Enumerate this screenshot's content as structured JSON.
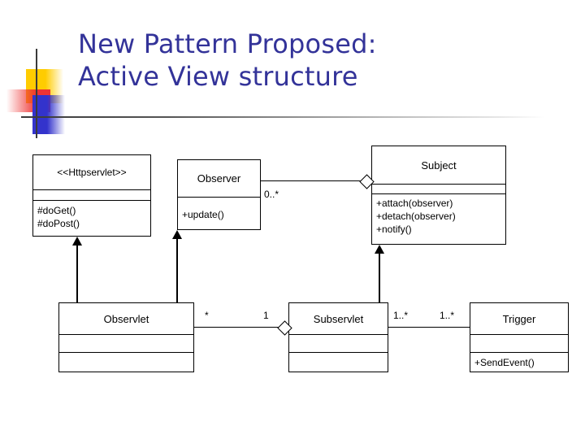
{
  "slide": {
    "title": "New Pattern Proposed:\nActive View structure",
    "title_color": "#333399",
    "background": "#ffffff"
  },
  "logo": {
    "name": "decorative-logo",
    "squares": [
      {
        "name": "yellow-square",
        "color": "#ffcc00"
      },
      {
        "name": "red-square",
        "color": "#ee3333"
      },
      {
        "name": "blue-square",
        "color": "#3333cc"
      }
    ],
    "rule_color": "#3a3a3a"
  },
  "diagram": {
    "type": "uml-class-diagram",
    "classes": [
      {
        "id": "httpservlet",
        "stereotype": "<<Httpservlet>>",
        "name": "",
        "attributes": [],
        "operations": [
          "#doGet()",
          "#doPost()"
        ]
      },
      {
        "id": "observer",
        "stereotype": "",
        "name": "Observer",
        "attributes": [],
        "operations": [
          "+update()"
        ]
      },
      {
        "id": "subject",
        "stereotype": "",
        "name": "Subject",
        "attributes": [],
        "operations": [
          "+attach(observer)",
          "+detach(observer)",
          "+notify()"
        ]
      },
      {
        "id": "observlet",
        "stereotype": "",
        "name": "Observlet",
        "attributes": [],
        "operations": []
      },
      {
        "id": "subservlet",
        "stereotype": "",
        "name": "Subservlet",
        "attributes": [],
        "operations": []
      },
      {
        "id": "trigger",
        "stereotype": "",
        "name": "Trigger",
        "attributes": [],
        "operations": [
          "+SendEvent()"
        ]
      }
    ],
    "relationships": [
      {
        "id": "observer-subject",
        "kind": "aggregation",
        "from": "observer",
        "to": "subject",
        "from_multiplicity": "0..*",
        "to_multiplicity": ""
      },
      {
        "id": "observlet-httpservlet",
        "kind": "generalization",
        "from": "observlet",
        "to": "httpservlet"
      },
      {
        "id": "observlet-observer",
        "kind": "generalization",
        "from": "observlet",
        "to": "observer"
      },
      {
        "id": "subservlet-subject",
        "kind": "generalization",
        "from": "subservlet",
        "to": "subject"
      },
      {
        "id": "observlet-subservlet",
        "kind": "aggregation",
        "from": "observlet",
        "to": "subservlet",
        "from_multiplicity": "*",
        "to_multiplicity": "1"
      },
      {
        "id": "subservlet-trigger",
        "kind": "association",
        "from": "subservlet",
        "to": "trigger",
        "from_multiplicity": "1..*",
        "to_multiplicity": "1..*"
      }
    ],
    "multiplicity_labels": [
      {
        "id": "mult-observer-subject",
        "text": "0..*"
      },
      {
        "id": "mult-observlet-star",
        "text": "*"
      },
      {
        "id": "mult-subservlet-one",
        "text": "1"
      },
      {
        "id": "mult-subservlet-many",
        "text": "1..*"
      },
      {
        "id": "mult-trigger-many",
        "text": "1..*"
      }
    ]
  }
}
